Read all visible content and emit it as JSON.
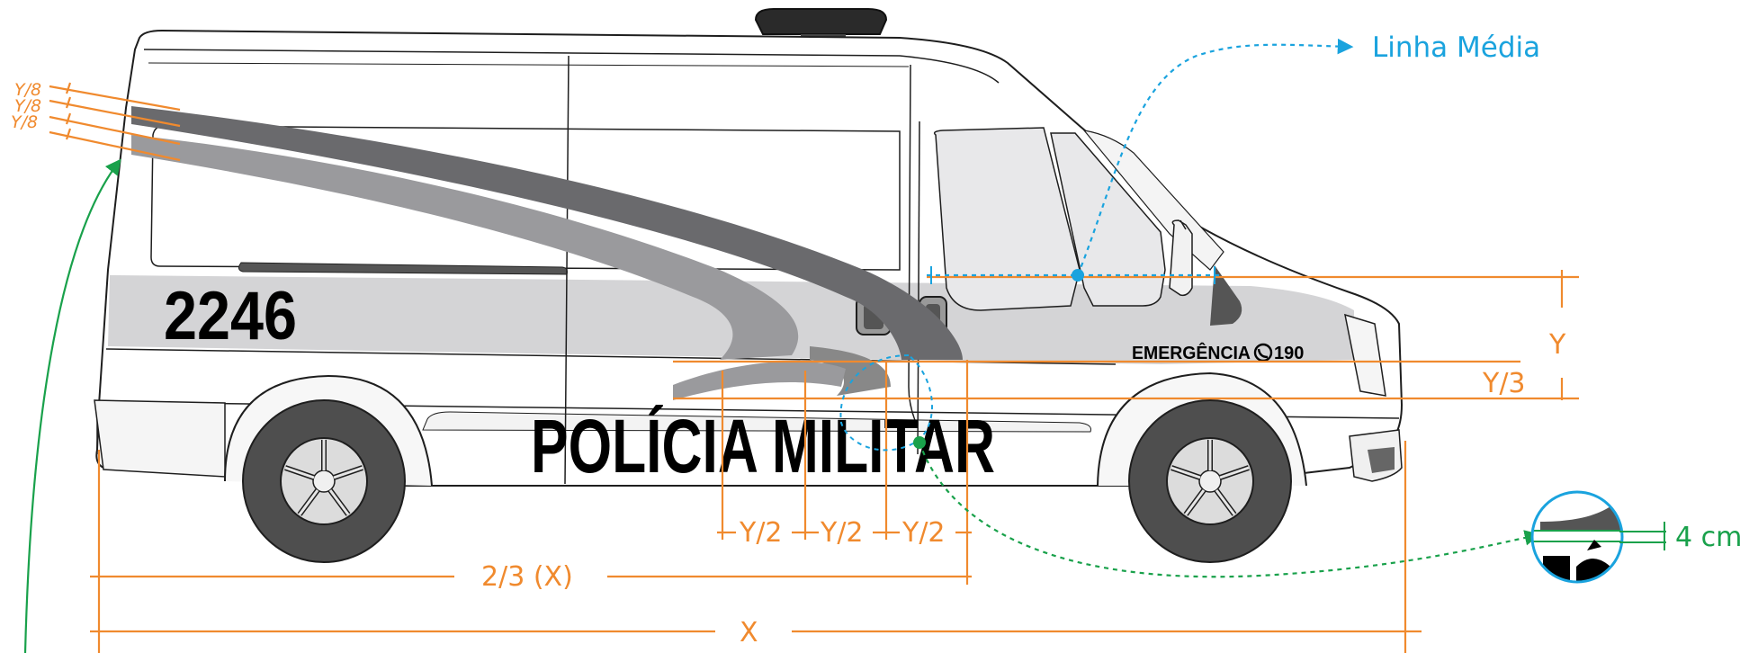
{
  "vehicle": {
    "unit_number": "2246",
    "side_text": "POLÍCIA MILITAR",
    "emergency_text": "EMERGÊNCIA",
    "emergency_number": "190",
    "emergency_icon": "phone-circle-icon"
  },
  "annotations": {
    "linha_media": "Linha Média",
    "y8_labels": [
      "Y/8",
      "Y/8",
      "Y/8"
    ],
    "y_label": "Y",
    "y3_label": "Y/3",
    "y2_labels": [
      "Y/2",
      "Y/2",
      "Y/2"
    ],
    "two_thirds_x": "2/3 (X)",
    "x_label": "X",
    "inset_measure": "4 cm"
  },
  "colors": {
    "dimension_orange": "#F08A2E",
    "linha_cyan": "#1AA3DE",
    "callout_green": "#19A14B",
    "stripe_dark": "#6A6A6D",
    "stripe_mid": "#9A9A9D",
    "band_light": "#D4D4D6",
    "body_outline": "#1E1E1E"
  }
}
